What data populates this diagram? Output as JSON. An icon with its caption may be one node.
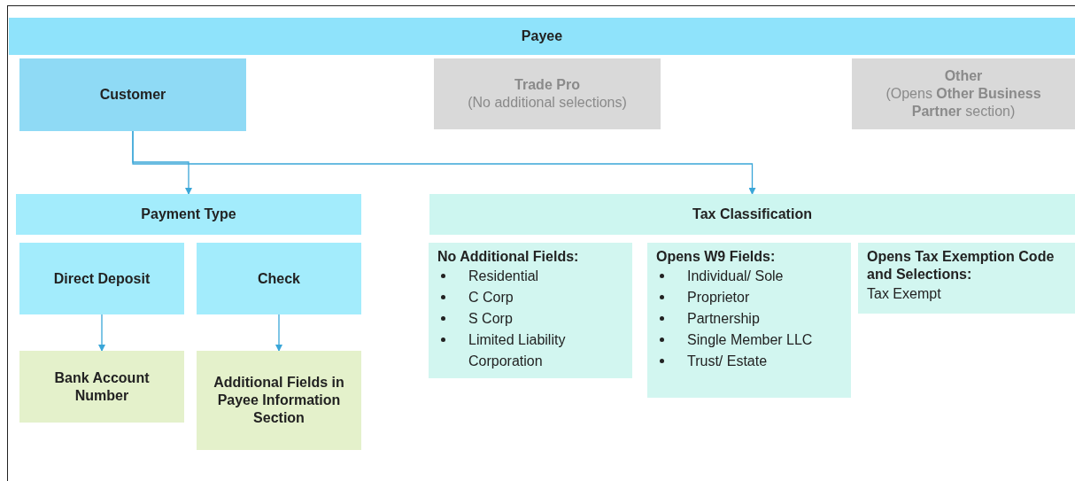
{
  "diagram": {
    "nodes": [
      {
        "text": [
          "Payee"
        ]
      },
      {
        "text": [
          "Customer"
        ]
      },
      {
        "text": [
          "Trade Pro",
          "(No additional selections)"
        ]
      },
      {
        "text": [
          "Other",
          "(Opens **Other Business Partner** section)"
        ]
      },
      {
        "text": [
          "Payment Type"
        ]
      },
      {
        "text": [
          "Tax Classification"
        ]
      },
      {
        "text": [
          "Direct Deposit"
        ]
      },
      {
        "text": [
          "Check"
        ]
      },
      {
        "text": [
          "Bank Account Number"
        ]
      },
      {
        "text": [
          "Additional Fields in Payee Information Section"
        ]
      },
      {
        "text": [
          "No Additional Fields:",
          "Residential",
          "C Corp",
          "S Corp",
          "Limited Liability Corporation"
        ]
      },
      {
        "text": [
          "Opens W9 Fields:",
          "Individual/ Sole",
          "Proprietor",
          "Partnership",
          "Single Member LLC",
          "Trust/ Estate"
        ]
      },
      {
        "text": [
          "Opens Tax Exemption Code and Selections:",
          "Tax Exempt"
        ]
      }
    ],
    "edges": [
      {
        "from": 1,
        "to": 4,
        "arrow": "to"
      },
      {
        "from": 1,
        "to": 5,
        "arrow": "to"
      },
      {
        "from": 6,
        "to": 8,
        "arrow": "to"
      },
      {
        "from": 7,
        "to": 9,
        "arrow": "to"
      }
    ]
  }
}
